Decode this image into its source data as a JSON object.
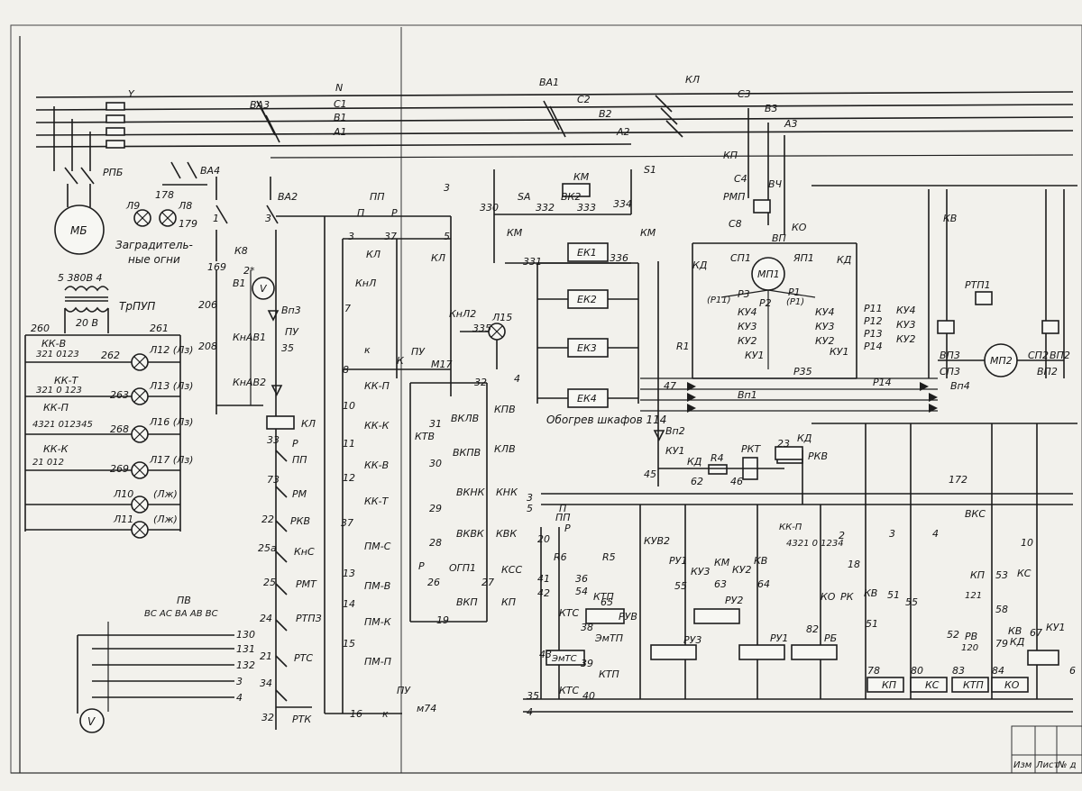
{
  "diagram": {
    "header_bus": [
      "N",
      "C1",
      "B1",
      "A1",
      "ВА1",
      "С2",
      "В2",
      "А2",
      "КЛ",
      "С3",
      "В3",
      "А3",
      "S1"
    ],
    "left_panel": {
      "fuse_label": "Y",
      "rpb": "РПБ",
      "mb": "МБ",
      "va4": "ВА4",
      "lamp_l9": "Л9",
      "lamp_l8": "Л8",
      "num_178": "178",
      "num_179": "179",
      "warn_line1": "Заградитель-",
      "warn_line2": "ные огни",
      "va3": "ВА3",
      "tr_ratio": "5  380В 4",
      "tr_secondary": "20 В",
      "tr_name": "ТрПУП",
      "n260": "260",
      "n261": "261",
      "sw1_name": "КК-В",
      "sw1_pos": "321   0123",
      "sw1_out": "262",
      "lamp1": "Л12 (Лз)",
      "sw2_name": "КК-Т",
      "sw2_pos": "321   0 123",
      "sw2_sub": "КК-П",
      "sw2_out": "263",
      "lamp2": "Л13 (Лз)",
      "sw3_pos": "4321  012345",
      "sw3_out": "268",
      "lamp3": "Л16 (Лз)",
      "sw4_name": "КК-К",
      "sw4_pos": "21   012",
      "sw4_out": "269",
      "lamp4": "Л17 (Лз)",
      "lamp5": "Л10",
      "lamp5_tag": "(Лж)",
      "lamp6": "Л11",
      "lamp6_tag": "(Лж)"
    },
    "voltmeter": {
      "pv": "ПВ",
      "switch_pos": "ВС АС ВА АВ ВС",
      "outs": [
        "130",
        "131",
        "132",
        "3",
        "4"
      ],
      "meter": "V"
    },
    "control": {
      "va2": "ВА2",
      "n1": "1",
      "n3": "3",
      "k8": "К8",
      "n169": "169",
      "v1": "В1",
      "n2": "2*",
      "meter": "V",
      "n206": "206",
      "knav1": "КнАВ1",
      "n208": "208",
      "knav2": "КнАВ2",
      "vp3": "Вп3",
      "pu": "ПУ",
      "n35": "35",
      "kl": "КЛ",
      "n33": "33",
      "p": "Р",
      "pp": "ПП",
      "n73": "73",
      "rm": "РМ",
      "n22": "22",
      "rkv": "РКВ",
      "n25a": "25а",
      "kns": "КнС",
      "n25": "25",
      "rmt": "РМТ",
      "n24": "24",
      "rtpz": "РТПЗ",
      "n21": "21",
      "rts": "РТС",
      "n34": "34",
      "n32": "32",
      "rtk": "РТК"
    },
    "middle": {
      "pp_top": "ПП",
      "n3": "3",
      "p": "П",
      "r": "Р",
      "n37": "37",
      "n5": "5",
      "kl1": "КЛ",
      "kl2": "КЛ",
      "knl": "КнЛ",
      "n7": "7",
      "k": "к",
      "n8": "8",
      "kkp": "КК-П",
      "n10": "10",
      "kkk": "КК-К",
      "n11": "11",
      "kkv": "КК-В",
      "n12": "12",
      "kkt": "КК-Т",
      "n37b": "37",
      "pms": "ПМ-С",
      "n13": "13",
      "pmv": "ПМ-В",
      "n14": "14",
      "pmk": "ПМ-К",
      "n15": "15",
      "pmp": "ПМ-П",
      "pu_bot": "ПУ",
      "n16": "16",
      "k2": "к",
      "m74": "м74",
      "knl2": "КнЛ2",
      "n335": "335",
      "lamp15": "Л15",
      "n4": "4",
      "pu2": "ПУ",
      "m17": "М17",
      "k3": "К",
      "n32": "32",
      "kpv": "КПВ",
      "ktv": "КТВ",
      "n31": "31",
      "vklv": "ВКЛВ",
      "n30": "30",
      "vkpv": "ВКПВ",
      "klv": "КЛВ",
      "vknk": "ВКНК",
      "knk": "КНК",
      "n29": "29",
      "n28": "28",
      "vkvk": "ВКВК",
      "kvk": "КВК",
      "p2": "Р",
      "n26": "26",
      "ogp1": "ОГП1",
      "n27": "27",
      "kss": "КСС",
      "n19": "19",
      "vkp": "ВКП",
      "kp": "КП"
    },
    "heater": {
      "n330": "330",
      "sa": "SA",
      "n332": "332",
      "vk2": "ВК2",
      "n333": "333",
      "n334": "334",
      "km1": "КМ",
      "km2": "КМ",
      "km3": "КМ",
      "n331": "331",
      "n336": "336",
      "elements": [
        "ЕК1",
        "ЕК2",
        "ЕК3",
        "ЕК4"
      ],
      "title": "Обогрев шкафов 114"
    },
    "motor_mp1": {
      "kp": "КП",
      "c4": "С4",
      "rmp": "РМП",
      "c8": "С8",
      "vp": "ВП",
      "ko": "КО",
      "vch": "ВЧ",
      "kd1": "КД",
      "sp1": "СП1",
      "mp1": "МП1",
      "yp1": "ЯП1",
      "kd2": "КД",
      "p3": "Р3",
      "p2": "Р2",
      "p1": "Р1",
      "rp11": "(Р11)",
      "pi_tag": "(Р1)",
      "ku4a": "КУ4",
      "ku3a": "КУ3",
      "ku2a": "КУ2",
      "ku1a": "КУ1",
      "ku4b": "КУ4",
      "ku3b": "КУ3",
      "ku2b": "КУ2",
      "ku1b": "КУ1",
      "r1": "R1",
      "p11": "Р11",
      "p12": "Р12",
      "p13": "Р13",
      "p14": "Р14",
      "ku4c": "КУ4",
      "ku3c": "КУ3",
      "ku2c": "КУ2",
      "p35": "Р35",
      "p14b": "Р14",
      "n47": "47",
      "vp1": "Вп1",
      "vp2": "Вп2",
      "vp4": "Вп4",
      "ku1": "КУ1",
      "kd": "КД",
      "r4": "R4",
      "rkt": "РКТ",
      "n23": "23",
      "kd3": "КД",
      "rkv": "РКВ",
      "n45": "45",
      "n62": "62",
      "n46": "46"
    },
    "motor_mp2": {
      "mp2": "МП2",
      "kv": "КВ",
      "rtp1": "РТП1",
      "vp3": "ВП3",
      "sp2": "СП2",
      "sp3": "СП3",
      "vp2": "ВП2",
      "vp2b": "ВП2"
    },
    "lower_right": {
      "bus3": "3",
      "bus5": "5",
      "pp": "ПП",
      "p": "П",
      "n20": "20",
      "p2": "Р",
      "r6": "R6",
      "r5": "R5",
      "n41": "41",
      "n42": "42",
      "n36": "36",
      "n54": "54",
      "ktp": "КТП",
      "kts": "КТС",
      "n38": "38",
      "emtp": "ЭмТП",
      "n43": "43",
      "emts": "ЭмТС",
      "n39": "39",
      "ktp2": "КТП",
      "kts2": "КТС",
      "n40": "40",
      "n35": "35",
      "n4": "4",
      "kuv2": "КУВ2",
      "ru1a": "РУ1",
      "ku3": "КУ3",
      "km": "КМ",
      "ku2": "КУ2",
      "kv": "КВ",
      "n65": "65",
      "ruv": "РУВ",
      "n55": "55",
      "n63": "63",
      "n64": "64",
      "ru2": "РУ2",
      "ru3": "РУ3",
      "ru1": "РУ1",
      "n82": "82",
      "rb": "РБ",
      "kk_p": "КК-П",
      "kk_pos": "4321  0  1234",
      "n2": "2",
      "n18": "18",
      "ko": "КО",
      "rk": "РК",
      "kv2": "КВ",
      "n51": "51",
      "n55b": "55",
      "n51b": "51",
      "vks": "ВКС",
      "n172": "172",
      "n3b": "3",
      "n4b": "4",
      "n10": "10",
      "kp": "КП",
      "n53": "53",
      "ks": "КС",
      "n121": "121",
      "n58": "58",
      "n120": "120",
      "rv": "РВ",
      "n79": "79",
      "kv3": "КВ",
      "kd": "КД",
      "n52": "52",
      "n67": "67",
      "ku1": "КУ1",
      "n78": "78",
      "kp2": "КП",
      "n80": "80",
      "ks2": "КС",
      "n83": "83",
      "ktp3": "КТП",
      "n84": "84",
      "ko2": "КО",
      "n6x": "6"
    },
    "title_block": [
      "Изм",
      "Лист",
      "№ д"
    ]
  }
}
